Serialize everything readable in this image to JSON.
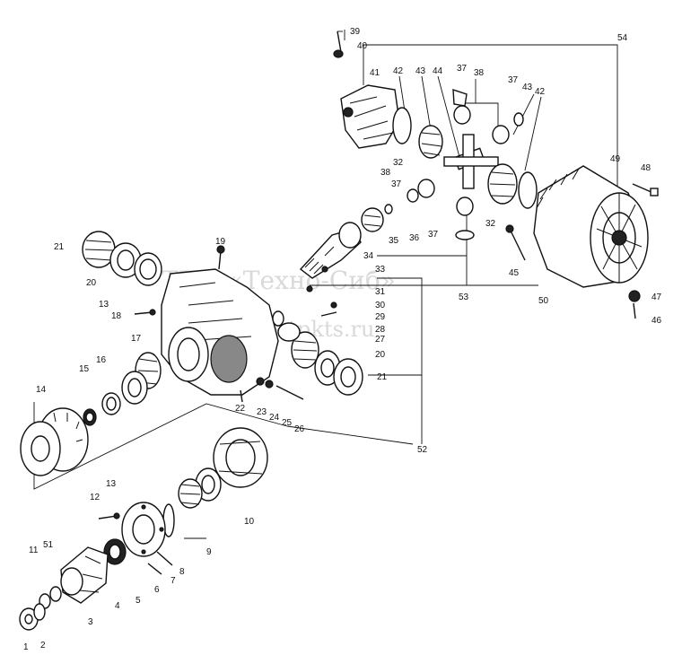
{
  "parts": [
    {
      "id": "p1",
      "label": "1"
    },
    {
      "id": "p2",
      "label": "2"
    },
    {
      "id": "p3",
      "label": "3"
    },
    {
      "id": "p4",
      "label": "4"
    },
    {
      "id": "p5",
      "label": "5"
    },
    {
      "id": "p6",
      "label": "6"
    },
    {
      "id": "p7",
      "label": "7"
    },
    {
      "id": "p8",
      "label": "8"
    },
    {
      "id": "p9",
      "label": "9"
    },
    {
      "id": "p10",
      "label": "10"
    },
    {
      "id": "p11",
      "label": "11"
    },
    {
      "id": "p12",
      "label": "12"
    },
    {
      "id": "p13a",
      "label": "13"
    },
    {
      "id": "p13b",
      "label": "13"
    },
    {
      "id": "p14",
      "label": "14"
    },
    {
      "id": "p15",
      "label": "15"
    },
    {
      "id": "p16",
      "label": "16"
    },
    {
      "id": "p17",
      "label": "17"
    },
    {
      "id": "p18",
      "label": "18"
    },
    {
      "id": "p19",
      "label": "19"
    },
    {
      "id": "p20a",
      "label": "20"
    },
    {
      "id": "p20b",
      "label": "20"
    },
    {
      "id": "p21a",
      "label": "21"
    },
    {
      "id": "p21b",
      "label": "21"
    },
    {
      "id": "p22",
      "label": "22"
    },
    {
      "id": "p23",
      "label": "23"
    },
    {
      "id": "p24",
      "label": "24"
    },
    {
      "id": "p25",
      "label": "25"
    },
    {
      "id": "p26",
      "label": "26"
    },
    {
      "id": "p27",
      "label": "27"
    },
    {
      "id": "p28",
      "label": "28"
    },
    {
      "id": "p29",
      "label": "29"
    },
    {
      "id": "p30",
      "label": "30"
    },
    {
      "id": "p31",
      "label": "31"
    },
    {
      "id": "p32a",
      "label": "32"
    },
    {
      "id": "p32b",
      "label": "32"
    },
    {
      "id": "p33",
      "label": "33"
    },
    {
      "id": "p34",
      "label": "34"
    },
    {
      "id": "p35",
      "label": "35"
    },
    {
      "id": "p36",
      "label": "36"
    },
    {
      "id": "p37a",
      "label": "37"
    },
    {
      "id": "p37b",
      "label": "37"
    },
    {
      "id": "p37c",
      "label": "37"
    },
    {
      "id": "p37d",
      "label": "37"
    },
    {
      "id": "p38a",
      "label": "38"
    },
    {
      "id": "p38b",
      "label": "38"
    },
    {
      "id": "p39",
      "label": "39"
    },
    {
      "id": "p40",
      "label": "40"
    },
    {
      "id": "p41",
      "label": "41"
    },
    {
      "id": "p42a",
      "label": "42"
    },
    {
      "id": "p42b",
      "label": "42"
    },
    {
      "id": "p43a",
      "label": "43"
    },
    {
      "id": "p43b",
      "label": "43"
    },
    {
      "id": "p44",
      "label": "44"
    },
    {
      "id": "p45",
      "label": "45"
    },
    {
      "id": "p46",
      "label": "46"
    },
    {
      "id": "p47",
      "label": "47"
    },
    {
      "id": "p48",
      "label": "48"
    },
    {
      "id": "p49",
      "label": "49"
    },
    {
      "id": "p50",
      "label": "50"
    },
    {
      "id": "p51",
      "label": "51"
    },
    {
      "id": "p52",
      "label": "52"
    },
    {
      "id": "p53",
      "label": "53"
    },
    {
      "id": "p54",
      "label": "54"
    }
  ],
  "watermark": {
    "line1": "ТПК «Техно-Сиб»",
    "line2": "www.tpkts.ru"
  }
}
